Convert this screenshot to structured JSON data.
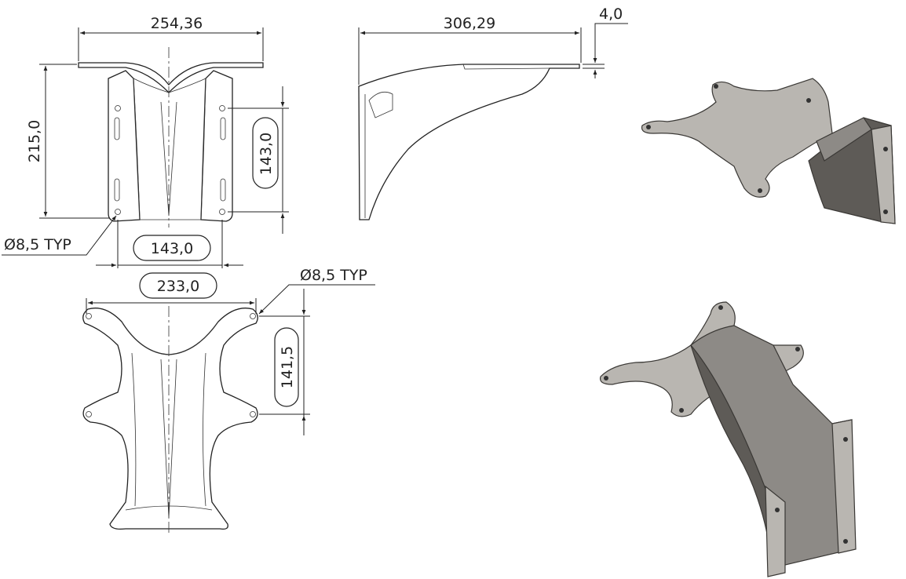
{
  "drawing": {
    "front_view": {
      "width_dim": "254,36",
      "height_dim": "215,0",
      "hole_spacing_vertical": "143,0",
      "hole_spacing_horizontal": "143,0",
      "hole_callout": "Ø8,5 TYP"
    },
    "side_view": {
      "length_dim": "306,29",
      "thickness_dim": "4,0"
    },
    "top_view": {
      "hole_spacing_horizontal": "233,0",
      "hole_spacing_vertical": "141,5",
      "hole_callout": "Ø8,5 TYP"
    },
    "colors": {
      "line": "#222222",
      "metal": "#8d8a86"
    }
  }
}
